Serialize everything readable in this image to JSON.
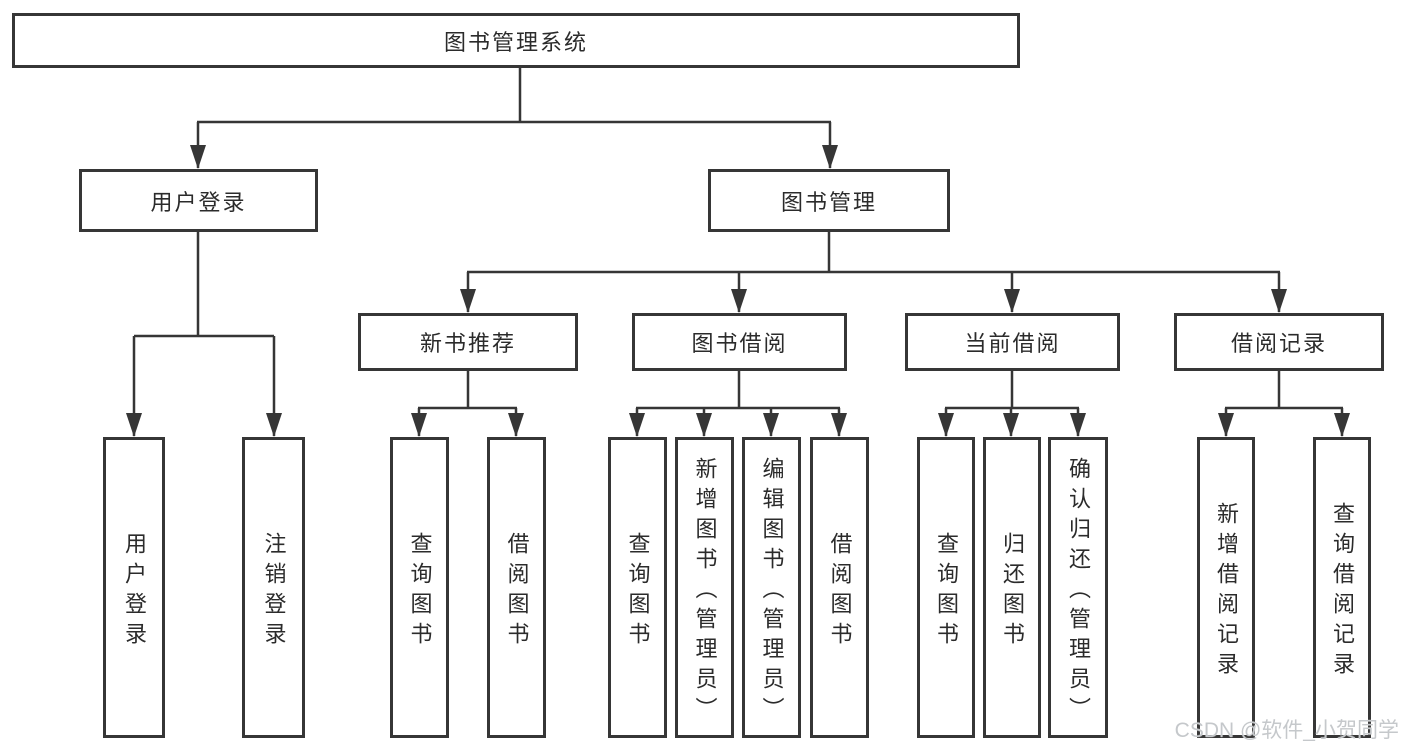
{
  "diagram": {
    "root": "图书管理系统",
    "branches": {
      "login": {
        "label": "用户登录",
        "children": [
          "用户登录",
          "注销登录"
        ]
      },
      "manage": {
        "label": "图书管理",
        "groups": [
          {
            "label": "新书推荐",
            "children": [
              "查询图书",
              "借阅图书"
            ]
          },
          {
            "label": "图书借阅",
            "children": [
              "查询图书",
              "新增图书（管理员）",
              "编辑图书（管理员）",
              "借阅图书"
            ]
          },
          {
            "label": "当前借阅",
            "children": [
              "查询图书",
              "归还图书",
              "确认归还（管理员）"
            ]
          },
          {
            "label": "借阅记录",
            "children": [
              "新增借阅记录",
              "查询借阅记录"
            ]
          }
        ]
      }
    }
  },
  "watermark": "CSDN @软件_小贺同学",
  "colors": {
    "line": "#363636",
    "text": "#2b2b2b",
    "background": "#ffffff",
    "watermark": "#c5c8cb"
  }
}
